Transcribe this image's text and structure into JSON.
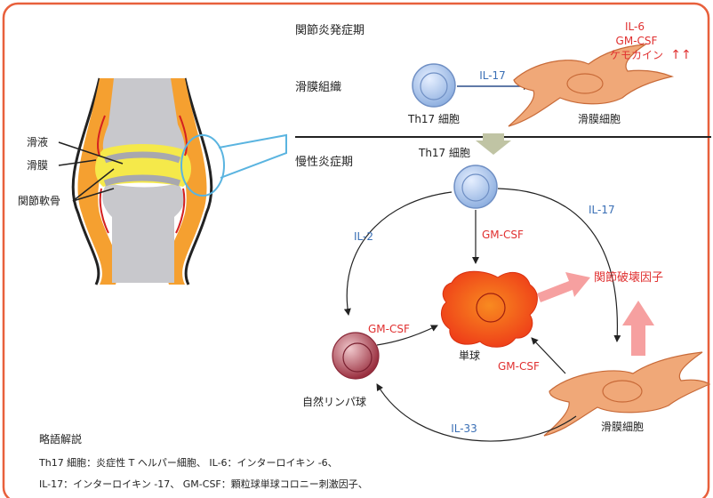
{
  "colors": {
    "frame": "#e8603c",
    "cytokine_red": "#e03030",
    "cytokine_blue": "#3a6fb5",
    "cell_blue": "#a9c4ea",
    "synovial_orange": "#f0a878",
    "monocyte_red": "#f04a1a",
    "nk_maroon": "#b04a5a",
    "pink_arrow": "#f6a0a0",
    "cartilage_yellow": "#f5e94a",
    "bone_gray": "#c8c8cc",
    "capsule_orange": "#f5a030"
  },
  "joint": {
    "label_synovial_fluid": "滑液",
    "label_synovium": "滑膜",
    "label_cartilage": "関節軟骨"
  },
  "onset": {
    "section_title": "関節炎発症期",
    "tissue_label": "滑膜組織",
    "th17_label": "Th17 細胞",
    "il17_label": "IL-17",
    "synovial_cell_label": "滑膜細胞",
    "upreg_il6": "IL-6",
    "upreg_gmcsf": "GM-CSF",
    "upreg_chemokine": "ケモカイン",
    "up_arrows": "↑↑"
  },
  "chronic": {
    "section_title": "慢性炎症期",
    "th17_label": "Th17 細胞",
    "il2_label": "IL-2",
    "gmcsf_center": "GM-CSF",
    "il17_label": "IL-17",
    "destruction_factor": "関節破壊因子",
    "gmcsf_nk": "GM-CSF",
    "monocyte_label": "単球",
    "gmcsf_from_synovial": "GM-CSF",
    "nk_label": "自然リンパ球",
    "il33_label": "IL-33",
    "synovial_cell_label": "滑膜細胞"
  },
  "legend": {
    "title": "略語解説",
    "line1": "Th17 細胞：炎症性 T ヘルパー細胞、 IL-6：インターロイキン -6、",
    "line2": "IL-17：インターロイキン -17、 GM-CSF：顆粒球単球コロニー刺激因子、"
  }
}
